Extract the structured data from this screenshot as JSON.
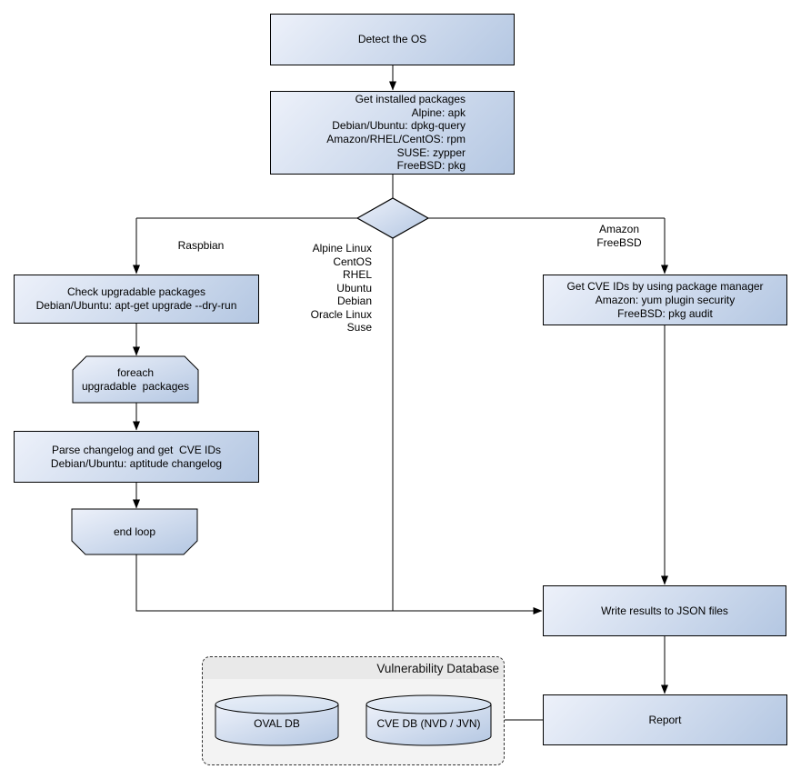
{
  "colors": {
    "node_fill_light": "#edf1fa",
    "node_fill_dark": "#b4c7e2",
    "node_border": "#000000",
    "connector": "#000000",
    "group_fill": "#f3f3f3",
    "group_header_fill": "#e9e9e9"
  },
  "nodes": {
    "detect_os": {
      "label": "Detect the OS"
    },
    "get_installed_packages": {
      "lines": [
        "Get installed packages",
        "Alpine: apk",
        "Debian/Ubuntu: dpkg-query",
        "Amazon/RHEL/CentOS: rpm",
        "SUSE: zypper",
        "FreeBSD: pkg"
      ]
    },
    "check_upgradable_packages": {
      "lines": [
        "Check upgradable packages",
        "Debian/Ubuntu: apt-get upgrade --dry-run"
      ]
    },
    "foreach_loop": {
      "lines": [
        "foreach",
        "upgradable  packages"
      ]
    },
    "parse_changelog": {
      "lines": [
        "Parse changelog and get  CVE IDs",
        "Debian/Ubuntu: aptitude changelog"
      ]
    },
    "end_loop": {
      "label": "end loop"
    },
    "get_cve_ids": {
      "lines": [
        "Get CVE IDs by using package manager",
        "Amazon: yum plugin security",
        "FreeBSD: pkg audit"
      ]
    },
    "write_results": {
      "label": "Write results to JSON files"
    },
    "report": {
      "label": "Report"
    },
    "oval_db": {
      "label": "OVAL DB"
    },
    "cve_db": {
      "label": "CVE DB (NVD / JVN)"
    }
  },
  "group": {
    "title": "Vulnerability Database"
  },
  "edge_labels": {
    "raspbian": "Raspbian",
    "os_list": [
      "Alpine Linux",
      "CentOS",
      "RHEL",
      "Ubuntu",
      "Debian",
      "Oracle Linux",
      "Suse"
    ],
    "amazon_freebsd": [
      "Amazon",
      "FreeBSD"
    ]
  }
}
